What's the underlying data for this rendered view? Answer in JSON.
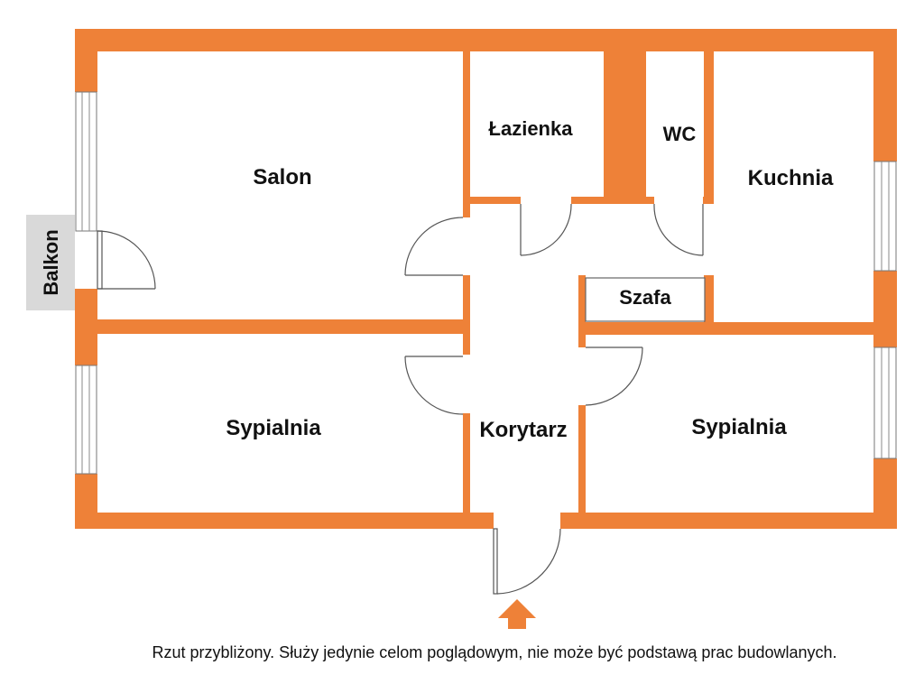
{
  "colors": {
    "wall": "#EE8138",
    "balcony_bg": "#D9D9D9",
    "entrance_arrow": "#EE8138",
    "text": "#111111"
  },
  "rooms": {
    "salon": "Salon",
    "bathroom": "Łazienka",
    "wc": "WC",
    "kitchen": "Kuchnia",
    "wardrobe": "Szafa",
    "bedroom_left": "Sypialnia",
    "corridor": "Korytarz",
    "bedroom_right": "Sypialnia"
  },
  "balcony": "Balkon",
  "entrance_icon": "up-arrow-icon",
  "disclaimer": "Rzut przybliżony. Służy jedynie celom poglądowym, nie może być podstawą prac budowlanych."
}
